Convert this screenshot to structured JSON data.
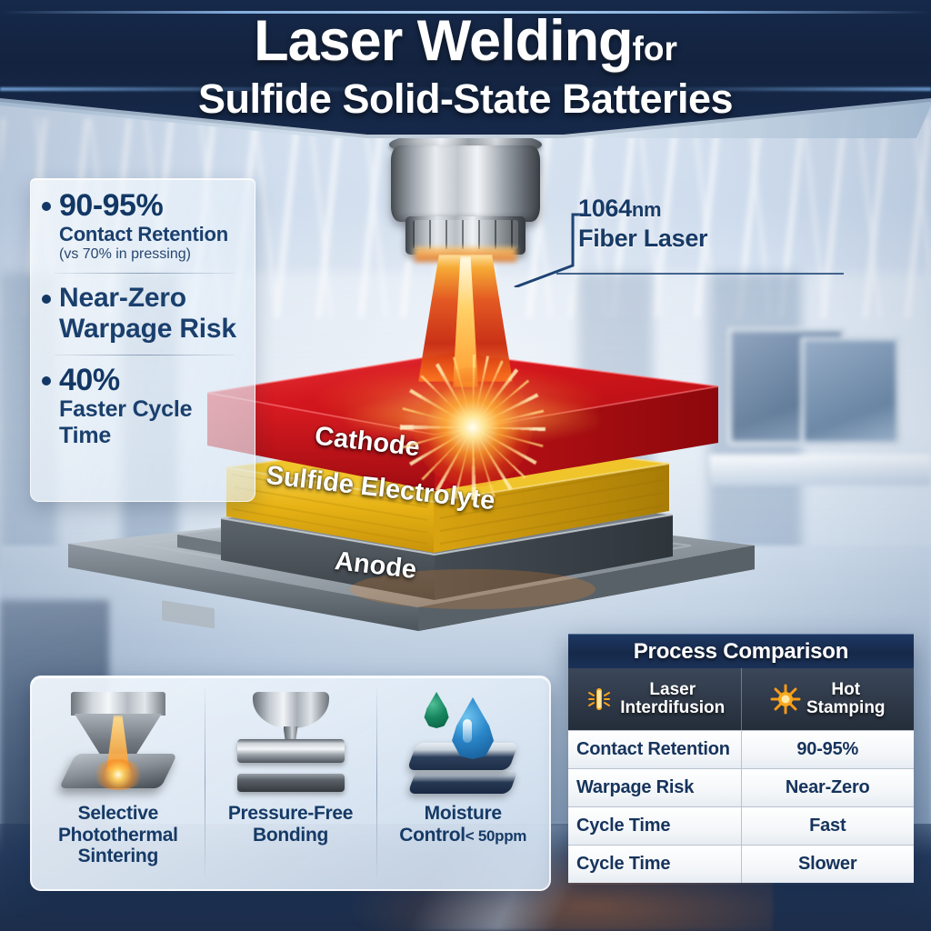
{
  "header": {
    "title_line1_main": "Laser Welding",
    "title_line1_suffix": "for",
    "title_line2": "Sulfide Solid-State Batteries"
  },
  "bullets": [
    {
      "headline": "90-95%",
      "subhead": "Contact Retention",
      "note": "(vs 70% in pressing)",
      "bullet_icon": "bullet-dot-icon"
    },
    {
      "headline": "Near-Zero",
      "subhead": "Warpage Risk",
      "note": "",
      "bullet_icon": "bullet-dot-icon"
    },
    {
      "headline": "40%",
      "subhead": "Faster Cycle",
      "note": "Time",
      "bullet_icon": "bullet-dot-icon"
    }
  ],
  "callout": {
    "line1_value": "1064",
    "line1_unit": "nm",
    "line2": "Fiber Laser"
  },
  "stack": {
    "layers": [
      {
        "label": "Cathode",
        "color": "#cf1420"
      },
      {
        "label": "Sulfide Electrolyte",
        "color": "#e8b517"
      },
      {
        "label": "Anode",
        "color": "#4a5258"
      }
    ]
  },
  "features": [
    {
      "icon": "laser-sintering-icon",
      "label_line1": "Selective",
      "label_line2": "Photothermal",
      "label_line3": "Sintering"
    },
    {
      "icon": "press-bonding-icon",
      "label_line1": "Pressure-Free",
      "label_line2": "Bonding",
      "label_line3": ""
    },
    {
      "icon": "water-droplet-icon",
      "label_line1": "Moisture",
      "label_line2": "Control",
      "label_line3": "< 50ppm"
    }
  ],
  "table": {
    "title": "Process Comparison",
    "columns": [
      {
        "icon": "laser-beam-icon",
        "line1": "Laser",
        "line2": "Interdifusion"
      },
      {
        "icon": "heat-burst-icon",
        "line1": "Hot",
        "line2": "Stamping"
      }
    ],
    "rows": [
      {
        "metric": "Contact Retention",
        "value": "90-95%"
      },
      {
        "metric": "Warpage Risk",
        "value": "Near-Zero"
      },
      {
        "metric": "Cycle Time",
        "value": "Fast"
      },
      {
        "metric": "Cycle Time",
        "value": "Slower"
      }
    ]
  },
  "colors": {
    "banner_navy": "#16294a",
    "text_navy": "#163a66",
    "accent_orange": "#f59120",
    "cathode_red": "#cf1420",
    "electrolyte_gold": "#e8b517",
    "anode_grey": "#4a5258"
  }
}
